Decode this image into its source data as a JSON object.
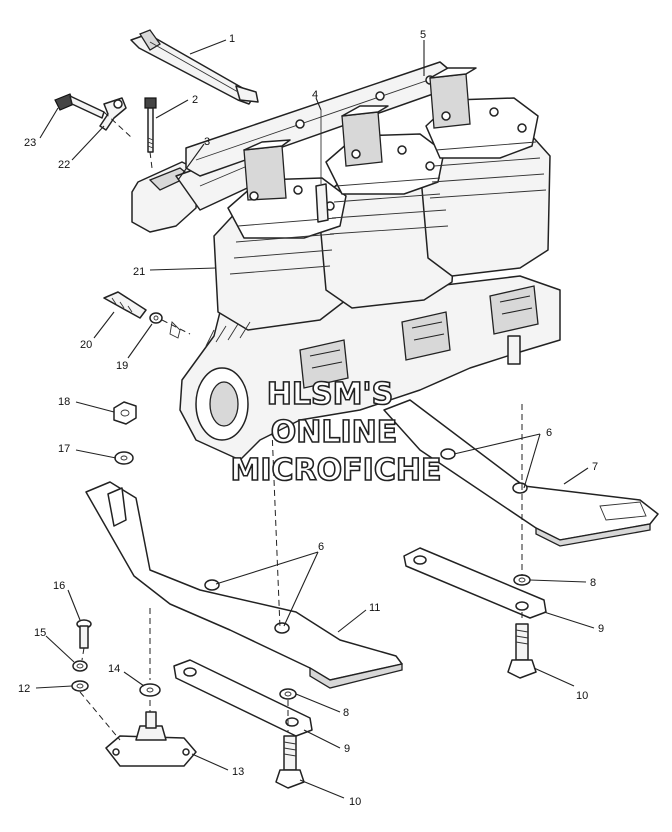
{
  "callouts": [
    {
      "id": "c1",
      "text": "1"
    },
    {
      "id": "c2",
      "text": "2"
    },
    {
      "id": "c3",
      "text": "3"
    },
    {
      "id": "c4",
      "text": "4"
    },
    {
      "id": "c5",
      "text": "5"
    },
    {
      "id": "c6a",
      "text": "6"
    },
    {
      "id": "c6b",
      "text": "6"
    },
    {
      "id": "c7",
      "text": "7"
    },
    {
      "id": "c8a",
      "text": "8"
    },
    {
      "id": "c8b",
      "text": "8"
    },
    {
      "id": "c9a",
      "text": "9"
    },
    {
      "id": "c9b",
      "text": "9"
    },
    {
      "id": "c10a",
      "text": "10"
    },
    {
      "id": "c10b",
      "text": "10"
    },
    {
      "id": "c11",
      "text": "11"
    },
    {
      "id": "c12",
      "text": "12"
    },
    {
      "id": "c13",
      "text": "13"
    },
    {
      "id": "c14",
      "text": "14"
    },
    {
      "id": "c15",
      "text": "15"
    },
    {
      "id": "c16",
      "text": "16"
    },
    {
      "id": "c17",
      "text": "17"
    },
    {
      "id": "c18",
      "text": "18"
    },
    {
      "id": "c19",
      "text": "19"
    },
    {
      "id": "c20",
      "text": "20"
    },
    {
      "id": "c21",
      "text": "21"
    },
    {
      "id": "c22",
      "text": "22"
    },
    {
      "id": "c23",
      "text": "23"
    }
  ],
  "watermark": {
    "line1": "HLSM'S",
    "line2": "ONLINE",
    "line3": "MICROFICHE"
  }
}
